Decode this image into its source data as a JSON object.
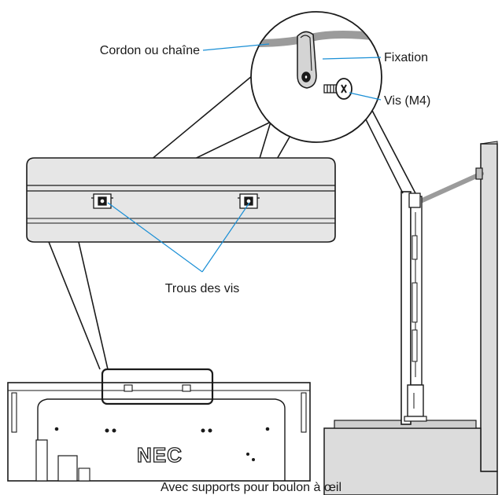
{
  "labels": {
    "cord": "Cordon ou chaîne",
    "fixation": "Fixation",
    "screw": "Vis (M4)",
    "holes": "Trous des vis",
    "caption": "Avec supports pour boulon à œil"
  },
  "brand": "NEC",
  "colors": {
    "leader": "#1a8fd6",
    "line": "#1a1a1a",
    "panel": "#e6e6e6",
    "wall": "#dcdcdc",
    "cord": "#9b9b9b"
  }
}
